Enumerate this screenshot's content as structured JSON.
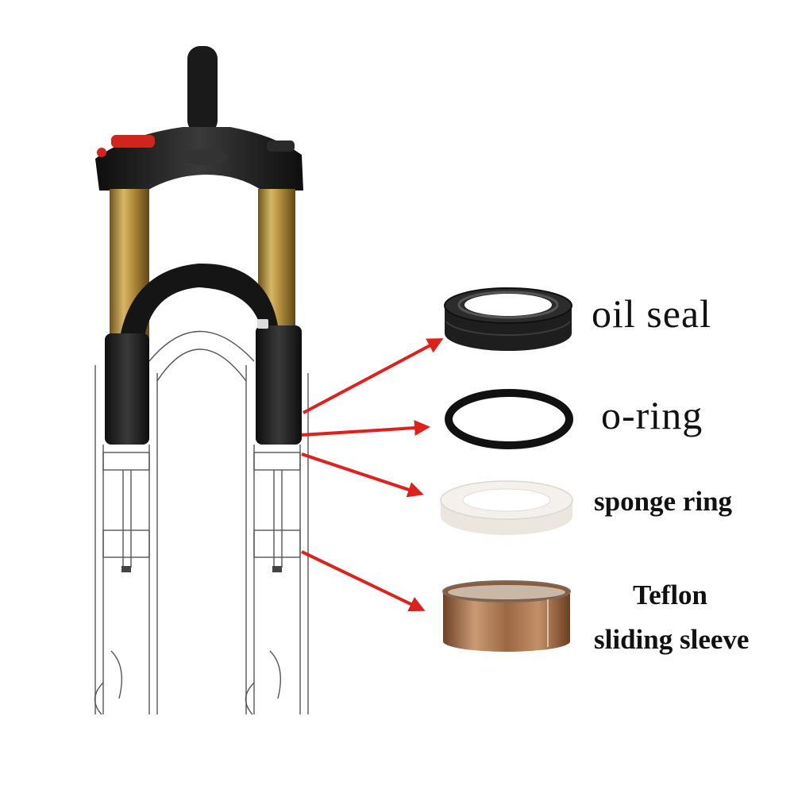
{
  "parts": [
    {
      "id": "oil-seal",
      "label": "oil seal"
    },
    {
      "id": "o-ring",
      "label": "o-ring"
    },
    {
      "id": "sponge-ring",
      "label": "sponge ring"
    },
    {
      "id": "teflon-sleeve",
      "label_line1": "Teflon",
      "label_line2": "sliding sleeve"
    }
  ],
  "colors": {
    "arrow": "#e0201b",
    "stanchion_gold": "#b08a3a",
    "fork_black": "#1c1c1c",
    "seal_rubber": "#202020",
    "sponge": "#f4f1ec",
    "bushing_bronze": "#a4714a"
  }
}
